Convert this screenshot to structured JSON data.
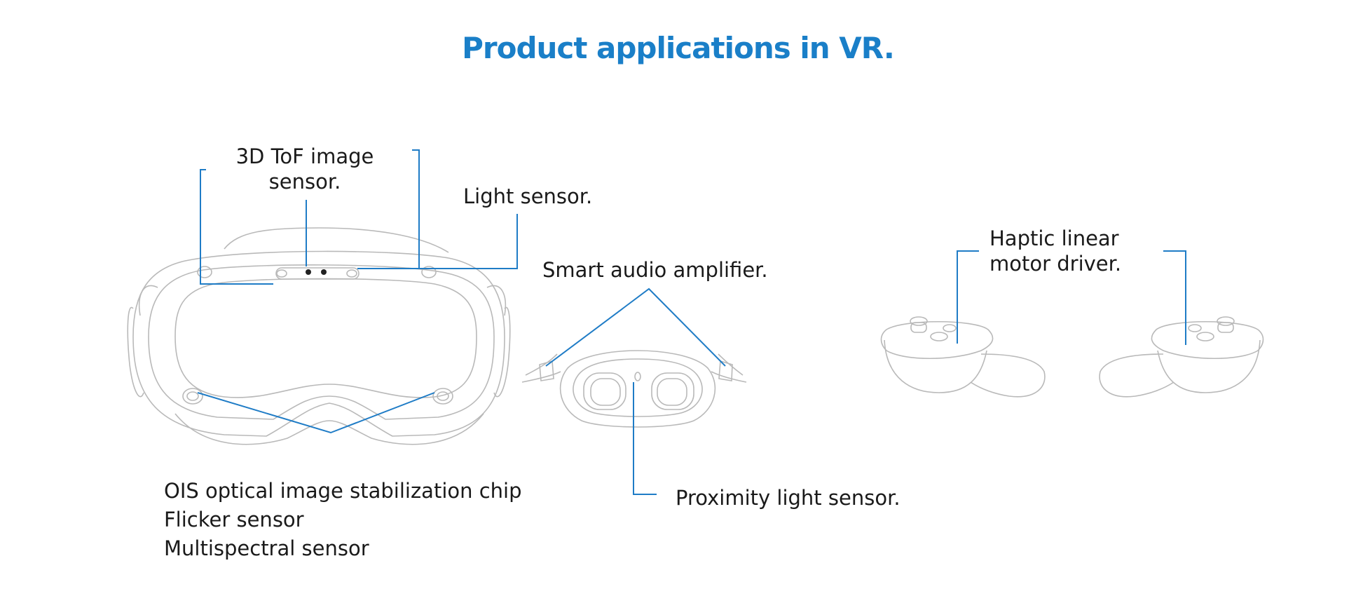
{
  "title": "Product applications in VR.",
  "labels": {
    "tof": "3D ToF image sensor.",
    "light": "Light sensor.",
    "amplifier": "Smart audio amplifier.",
    "haptic": "Haptic linear motor driver.",
    "proximity": "Proximity light sensor.",
    "ois": "OIS optical image stabilization chip",
    "flicker": "Flicker sensor",
    "multispectral": "Multispectral sensor"
  },
  "colors": {
    "accent": "#1f7cc6",
    "title": "#1a7fc8",
    "line_art": "#b9b9b9",
    "text": "#1a1a1a"
  }
}
